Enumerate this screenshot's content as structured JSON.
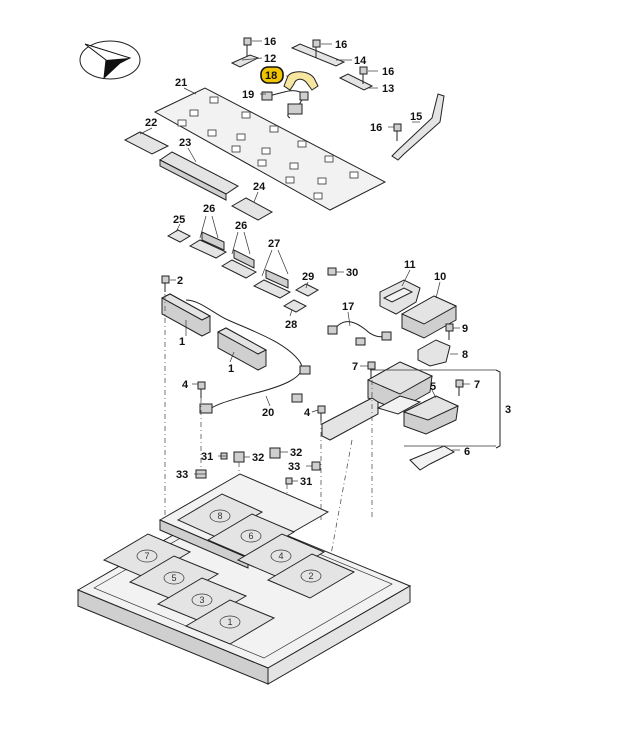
{
  "diagram": {
    "highlight_color": "#f1c400",
    "compass": "north-arrow-icon",
    "callouts": [
      {
        "id": "c1a",
        "text": "1"
      },
      {
        "id": "c1b",
        "text": "1"
      },
      {
        "id": "c2",
        "text": "2"
      },
      {
        "id": "c3",
        "text": "3"
      },
      {
        "id": "c4a",
        "text": "4"
      },
      {
        "id": "c4b",
        "text": "4"
      },
      {
        "id": "c5",
        "text": "5"
      },
      {
        "id": "c6",
        "text": "6"
      },
      {
        "id": "c7a",
        "text": "7"
      },
      {
        "id": "c7b",
        "text": "7"
      },
      {
        "id": "c8",
        "text": "8"
      },
      {
        "id": "c9",
        "text": "9"
      },
      {
        "id": "c10",
        "text": "10"
      },
      {
        "id": "c11",
        "text": "11"
      },
      {
        "id": "c12",
        "text": "12"
      },
      {
        "id": "c13",
        "text": "13"
      },
      {
        "id": "c14",
        "text": "14"
      },
      {
        "id": "c15",
        "text": "15"
      },
      {
        "id": "c16a",
        "text": "16"
      },
      {
        "id": "c16b",
        "text": "16"
      },
      {
        "id": "c16c",
        "text": "16"
      },
      {
        "id": "c16d",
        "text": "16"
      },
      {
        "id": "c17",
        "text": "17"
      },
      {
        "id": "c18",
        "text": "18"
      },
      {
        "id": "c19",
        "text": "19"
      },
      {
        "id": "c20",
        "text": "20"
      },
      {
        "id": "c21",
        "text": "21"
      },
      {
        "id": "c22",
        "text": "22"
      },
      {
        "id": "c23",
        "text": "23"
      },
      {
        "id": "c24",
        "text": "24"
      },
      {
        "id": "c25",
        "text": "25"
      },
      {
        "id": "c26a",
        "text": "26"
      },
      {
        "id": "c26b",
        "text": "26"
      },
      {
        "id": "c27",
        "text": "27"
      },
      {
        "id": "c28",
        "text": "28"
      },
      {
        "id": "c29",
        "text": "29"
      },
      {
        "id": "c30",
        "text": "30"
      },
      {
        "id": "c31a",
        "text": "31"
      },
      {
        "id": "c31b",
        "text": "31"
      },
      {
        "id": "c32a",
        "text": "32"
      },
      {
        "id": "c32b",
        "text": "32"
      },
      {
        "id": "c33a",
        "text": "33"
      },
      {
        "id": "c33b",
        "text": "33"
      }
    ],
    "module_numbers": [
      "1",
      "2",
      "3",
      "4",
      "5",
      "6",
      "7",
      "8"
    ]
  }
}
